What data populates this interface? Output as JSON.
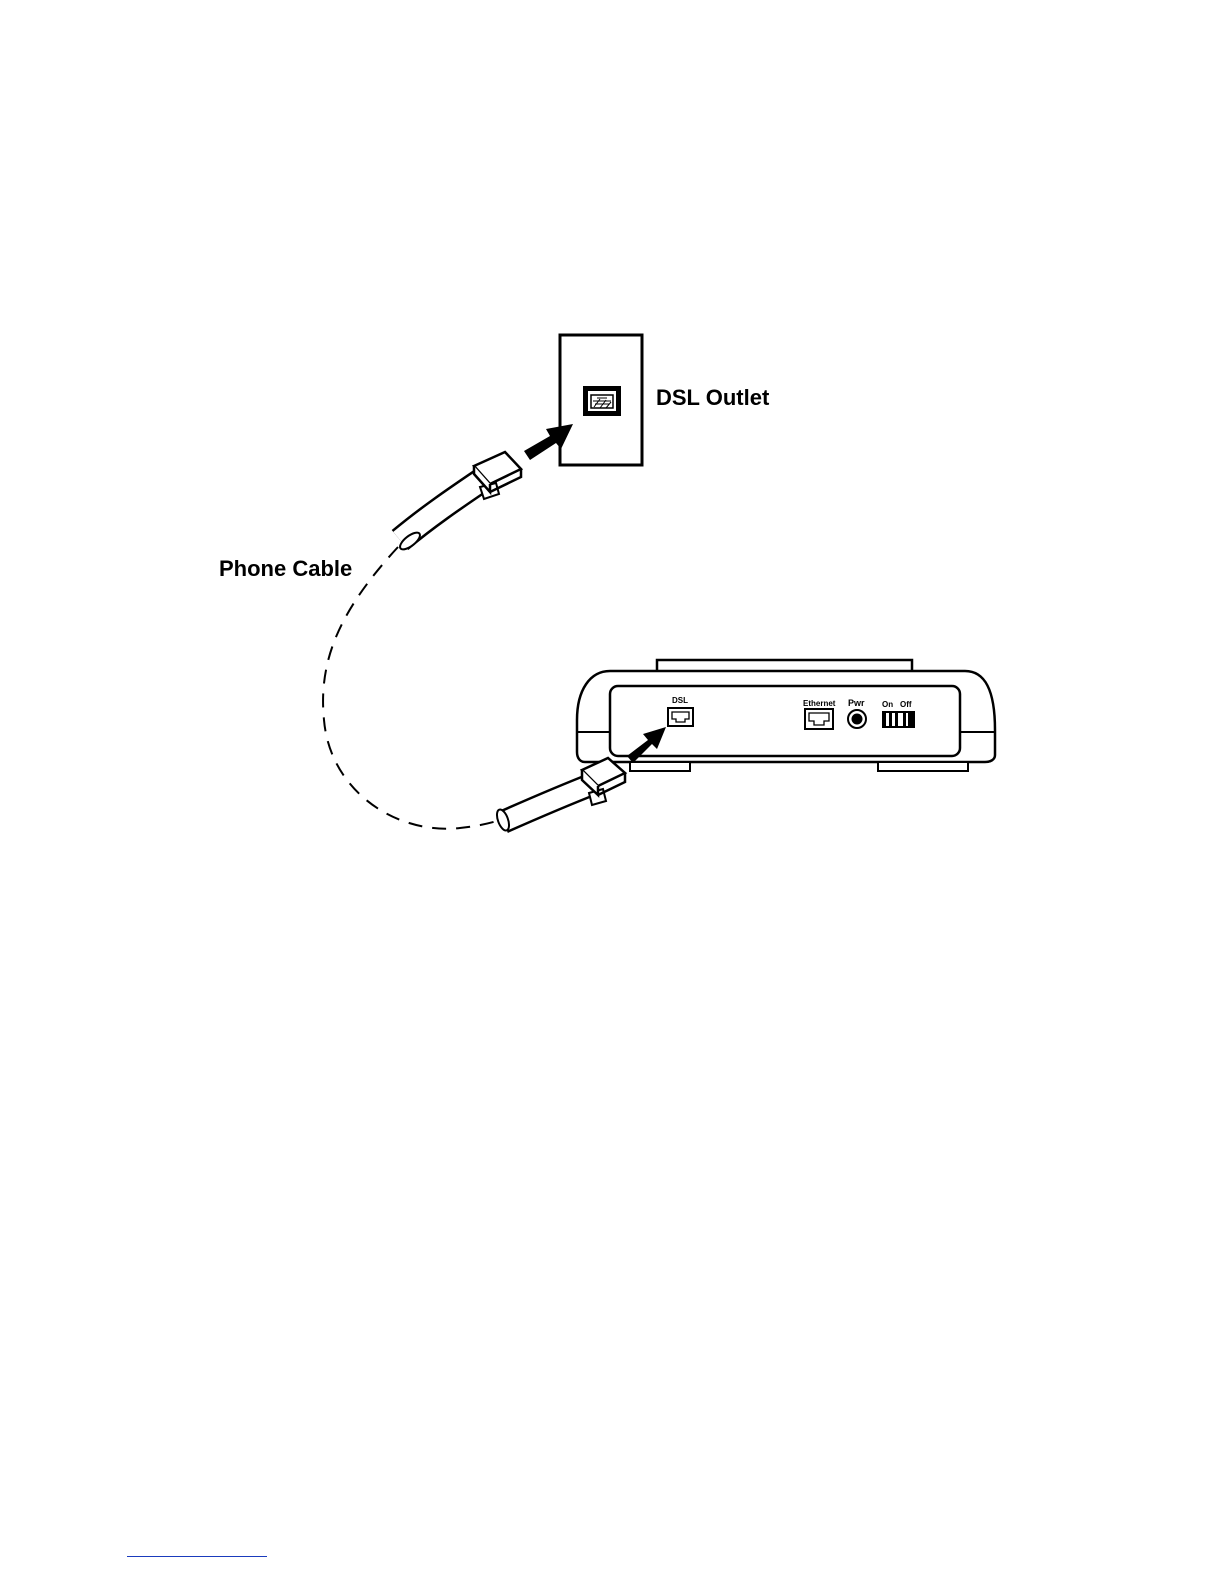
{
  "labels": {
    "dsl_outlet": "DSL Outlet",
    "phone_cable": "Phone Cable"
  },
  "modem": {
    "port_dsl": "DSL",
    "port_ethernet": "Ethernet",
    "port_power": "Pwr",
    "switch_on": "On",
    "switch_off": "Off"
  },
  "colors": {
    "ink": "#000000",
    "background": "#ffffff",
    "footnote_rule": "#1a3bbd"
  }
}
